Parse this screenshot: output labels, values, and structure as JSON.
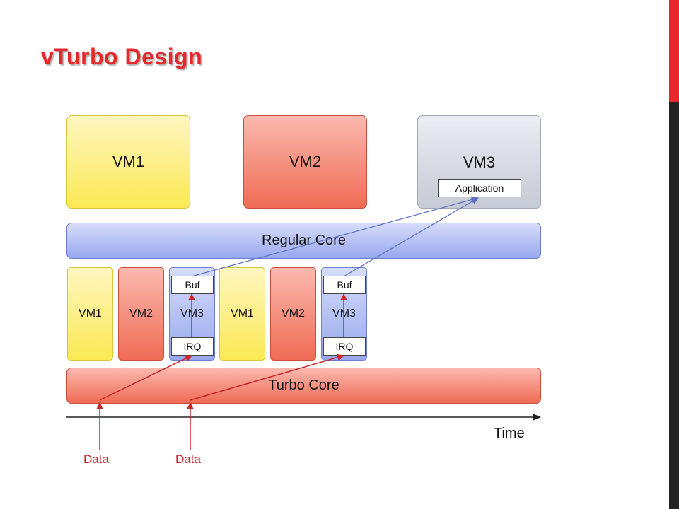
{
  "title": "vTurbo Design",
  "vms_top": [
    "VM1",
    "VM2",
    "VM3"
  ],
  "application_label": "Application",
  "regular_core_label": "Regular Core",
  "turbo_core_label": "Turbo Core",
  "slots": [
    "VM1",
    "VM2",
    "VM3",
    "VM1",
    "VM2",
    "VM3"
  ],
  "buf_label": "Buf",
  "irq_label": "IRQ",
  "time_label": "Time",
  "data_labels": [
    "Data",
    "Data"
  ],
  "colors": {
    "title_red": "#e8272a",
    "arrow_red": "#c8242a",
    "arrow_blue": "#5a6fc4"
  }
}
